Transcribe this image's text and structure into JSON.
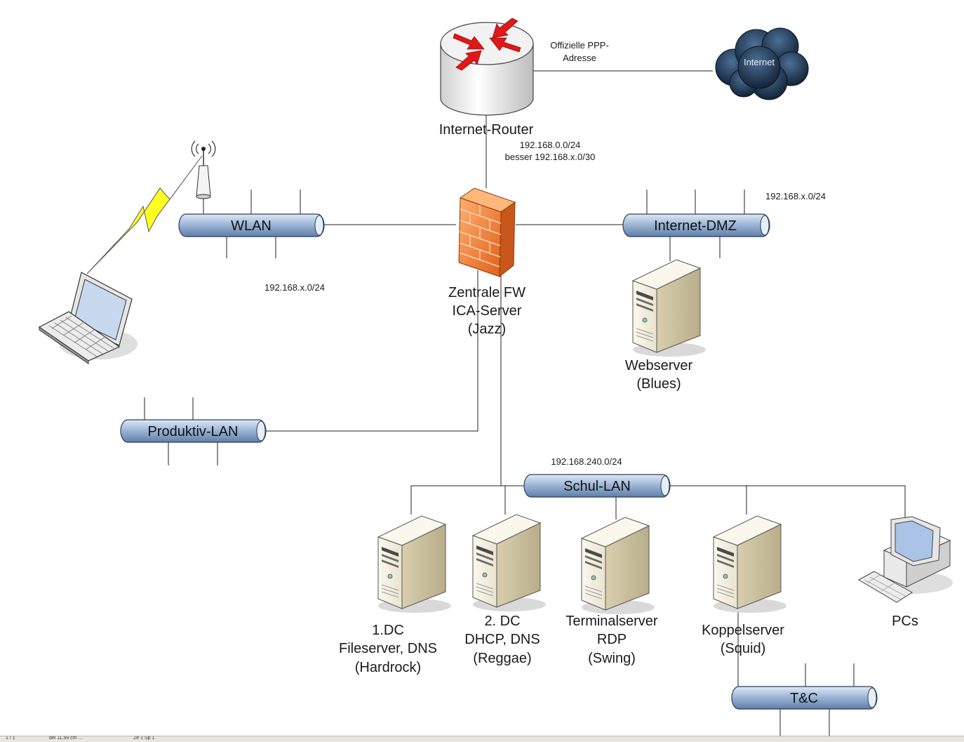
{
  "nodes": {
    "router": {
      "label": "Internet-Router",
      "note": [
        "Offizielle PPP-",
        "Adresse"
      ]
    },
    "internet": {
      "label": "Internet"
    },
    "firewall": {
      "label": [
        "Zentrale FW",
        "ICA-Server",
        "(Jazz)"
      ],
      "subnet_top": [
        "192.168.0.0/24",
        "besser 192.168.x.0/30"
      ]
    },
    "webserver": {
      "label": [
        "Webserver",
        "(Blues)"
      ]
    },
    "dc1": {
      "label": [
        "1.DC",
        "Fileserver, DNS",
        "(Hardrock)"
      ]
    },
    "dc2": {
      "label": [
        "2. DC",
        "DHCP, DNS",
        "(Reggae)"
      ]
    },
    "terminal": {
      "label": [
        "Terminalserver",
        "RDP",
        "(Swing)"
      ]
    },
    "koppel": {
      "label": [
        "Koppelserver",
        "(Squid)"
      ]
    },
    "pcs": {
      "label": "PCs"
    }
  },
  "segments": {
    "wlan": {
      "label": "WLAN",
      "subnet": "192.168.x.0/24"
    },
    "dmz": {
      "label": "Internet-DMZ",
      "subnet": "192.168.x.0/24"
    },
    "produktiv": {
      "label": "Produktiv-LAN"
    },
    "schul": {
      "label": "Schul-LAN",
      "subnet": "192.168.240.0/24"
    },
    "tc": {
      "label": "T&C"
    }
  },
  "colors": {
    "segment_fill": "#9fb8d8",
    "router_arrows": "#e01818",
    "firewall": "#f07a28",
    "lightning": "#ffff22",
    "cloud": "#1c3550",
    "server_body": "#f3efe2"
  },
  "statusbar": {
    "left": "1 / 1",
    "middle": "bei 11,99 cm  ...",
    "right": "Ze 1 Sp 1"
  }
}
